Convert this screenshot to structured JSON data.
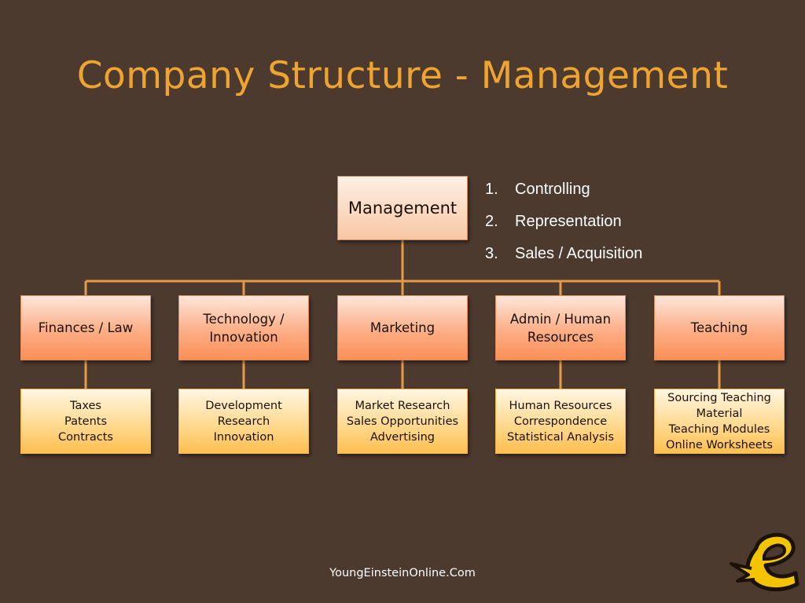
{
  "title": "Company Structure - Management",
  "root": {
    "label": "Management"
  },
  "tasks": [
    {
      "num": "1.",
      "text": "Controlling"
    },
    {
      "num": "2.",
      "text": "Representation"
    },
    {
      "num": "3.",
      "text": "Sales / Acquisition"
    }
  ],
  "departments": [
    {
      "label": "Finances / Law",
      "items": [
        "Taxes",
        "Patents",
        "Contracts"
      ]
    },
    {
      "label": "Technology / Innovation",
      "items": [
        "Development",
        "Research",
        "Innovation"
      ]
    },
    {
      "label": "Marketing",
      "items": [
        "Market Research",
        "Sales Opportunities",
        "Advertising"
      ]
    },
    {
      "label": "Admin / Human Resources",
      "items": [
        "Human Resources",
        "Correspondence",
        "Statistical Analysis"
      ]
    },
    {
      "label": "Teaching",
      "items": [
        "Sourcing Teaching Material",
        "Teaching Modules",
        "Online Worksheets"
      ]
    }
  ],
  "footer": "YoungEinsteinOnline.Com",
  "colors": {
    "background": "#4c3a2f",
    "title": "#f0a430",
    "connector": "#e49b48",
    "logo_fill": "#f5c400"
  },
  "logo_icon": "e-logo-icon"
}
